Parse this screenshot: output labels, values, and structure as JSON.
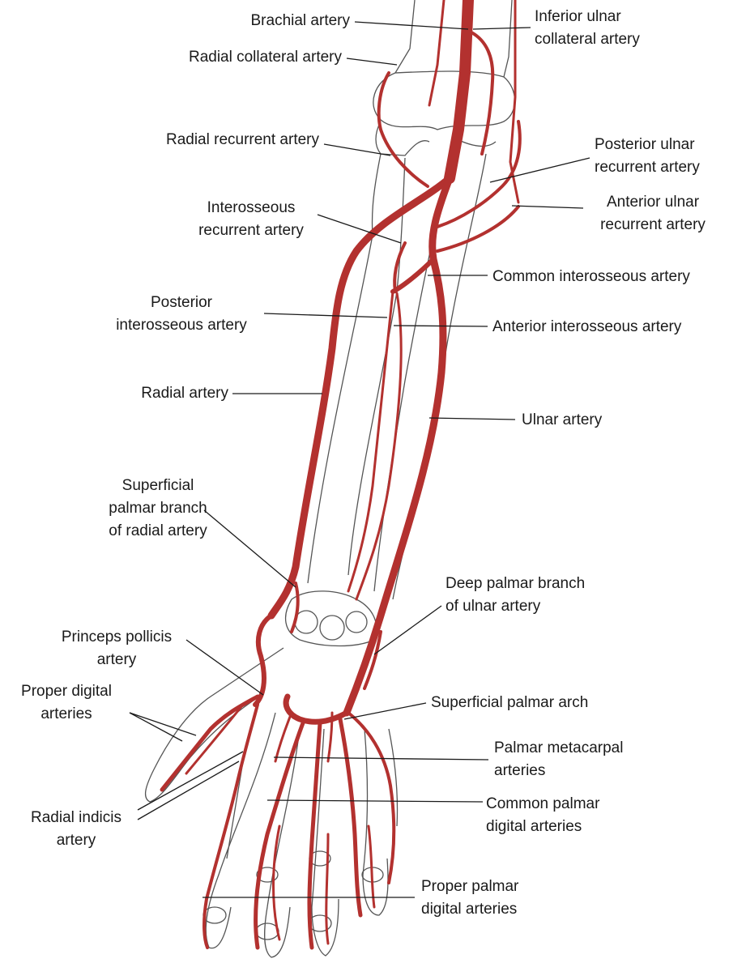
{
  "colors": {
    "artery": "#b3312f",
    "artery_dark": "#8e2220",
    "bone_line": "#555555",
    "leader": "#1a1a1a"
  },
  "labels": {
    "brachial": [
      "Brachial artery"
    ],
    "radial_collateral": [
      "Radial collateral artery"
    ],
    "inferior_ulnar_collateral": [
      "Inferior ulnar",
      "collateral artery"
    ],
    "radial_recurrent": [
      "Radial recurrent artery"
    ],
    "posterior_ulnar_recurrent": [
      "Posterior ulnar",
      "recurrent artery"
    ],
    "interosseous_recurrent": [
      "Interosseous",
      "recurrent artery"
    ],
    "anterior_ulnar_recurrent": [
      "Anterior ulnar",
      "recurrent artery"
    ],
    "common_interosseous": [
      "Common interosseous artery"
    ],
    "posterior_interosseous": [
      "Posterior",
      "interosseous artery"
    ],
    "anterior_interosseous": [
      "Anterior interosseous artery"
    ],
    "radial": [
      "Radial artery"
    ],
    "ulnar": [
      "Ulnar artery"
    ],
    "superficial_palmar_branch": [
      "Superficial",
      "palmar branch",
      "of radial artery"
    ],
    "deep_palmar_branch_ulnar": [
      "Deep palmar branch",
      "of ulnar artery"
    ],
    "princeps_pollicis": [
      "Princeps pollicis",
      "artery"
    ],
    "proper_digital": [
      "Proper digital",
      "arteries"
    ],
    "superficial_palmar_arch": [
      "Superficial palmar arch"
    ],
    "palmar_metacarpal": [
      "Palmar metacarpal",
      "arteries"
    ],
    "radial_indicis": [
      "Radial indicis",
      "artery"
    ],
    "common_palmar_digital": [
      "Common palmar",
      "digital arteries"
    ],
    "proper_palmar_digital": [
      "Proper palmar",
      "digital arteries"
    ]
  }
}
